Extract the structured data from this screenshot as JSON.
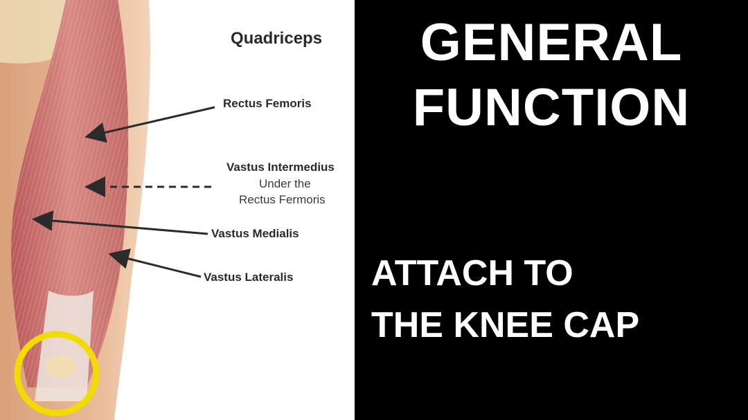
{
  "diagram": {
    "title": "Quadriceps",
    "labels": [
      {
        "text": "Rectus Femoris"
      },
      {
        "text": "Vastus Intermedius"
      },
      {
        "text": "Under the"
      },
      {
        "text": "Rectus Fermoris"
      },
      {
        "text": "Vastus Medialis"
      },
      {
        "text": "Vastus Lateralis"
      }
    ],
    "highlight_color": "#f2dc00",
    "arrow_color": "#2b2b2b"
  },
  "panel": {
    "heading_line1": "GENERAL",
    "heading_line2": "FUNCTION",
    "sub_line1": "ATTACH TO",
    "sub_line2": "THE KNEE CAP",
    "text_color": "#ffffff",
    "background": "#000000"
  }
}
